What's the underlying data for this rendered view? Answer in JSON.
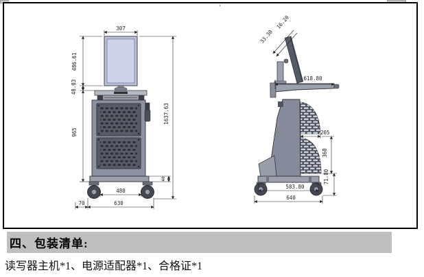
{
  "colors": {
    "highlight_bar": "#bfbfbf",
    "cart_body": "#8d92a2",
    "vent_panel": "#575c68",
    "monitor_screen": "#ccd3ea"
  },
  "drawing": {
    "stray_mark": "'",
    "front": {
      "width_top": "307",
      "monitor_height": "486.61",
      "monitor_gap": "48.03",
      "cabinet_height": "965",
      "total_height": "1637.63",
      "base_thickness": "40",
      "wheel_span": "480",
      "wheel_offset": "70",
      "base_width": "630"
    },
    "side": {
      "tilt_angle": "33.30",
      "screen_thickness": "16.20",
      "surface_depth": "618.80",
      "vent_width": "205",
      "vent_height": "360",
      "caster_height": "71.80",
      "base_depth": "583.80",
      "total_depth": "640"
    }
  },
  "section": {
    "heading": "四、包装清单:"
  },
  "packing_list": {
    "line": "读写器主机*1、电源适配器*1、合格证*1"
  }
}
